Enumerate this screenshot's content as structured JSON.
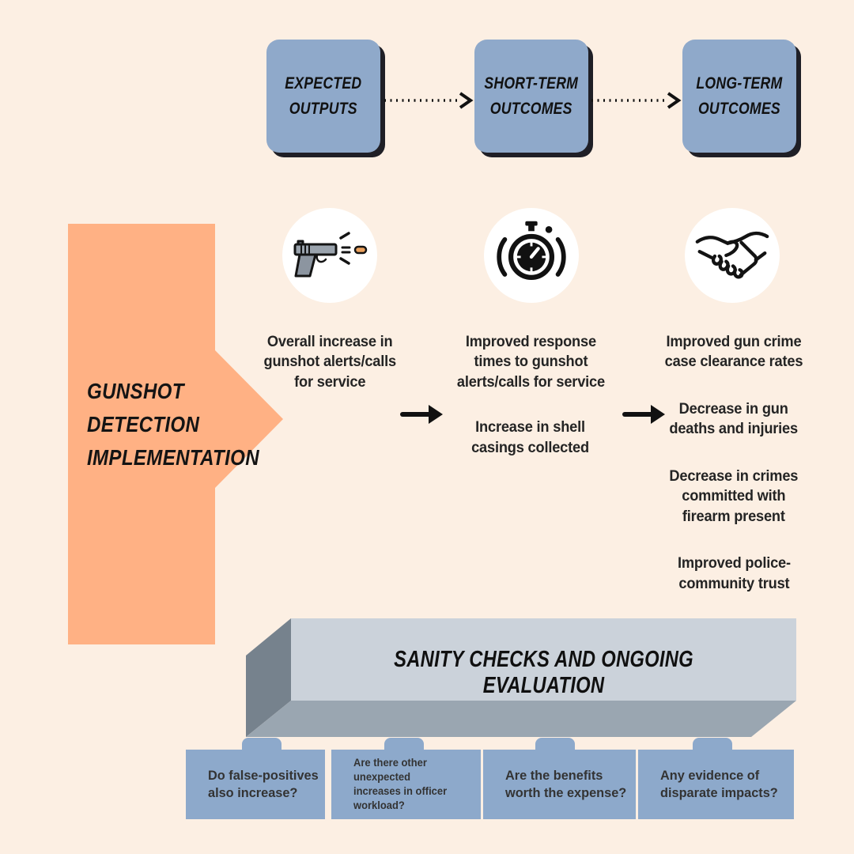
{
  "palette": {
    "background": "#fcefe3",
    "orange": "#ffb184",
    "flow_box_blue": "#8fa9ca",
    "question_box_blue": "#8da9cb",
    "slab_light": "#cbd2da",
    "slab_side": "#76828d",
    "slab_bottom": "#9aa6b1",
    "shadow_black": "#1f1f26",
    "ink": "#161616"
  },
  "flow_header": {
    "boxes": [
      {
        "label": "EXPECTED\nOUTPUTS"
      },
      {
        "label": "SHORT-TERM\nOUTCOMES"
      },
      {
        "label": "LONG-TERM\nOUTCOMES"
      }
    ]
  },
  "source_block": {
    "label": "GUNSHOT\nDETECTION\nIMPLEMENTATION"
  },
  "columns": [
    {
      "icon": "gun-icon",
      "items": [
        "Overall increase in\ngunshot alerts/calls\nfor service"
      ]
    },
    {
      "icon": "stopwatch-icon",
      "items": [
        "Improved response\ntimes to gunshot\nalerts/calls for service",
        "Increase in shell\ncasings collected"
      ]
    },
    {
      "icon": "handshake-icon",
      "items": [
        "Improved gun crime\ncase clearance rates",
        "Decrease in gun\ndeaths and injuries",
        "Decrease in crimes\ncommitted with\nfirearm present",
        "Improved police-\ncommunity trust"
      ]
    }
  ],
  "evaluation": {
    "title": "SANITY CHECKS AND ONGOING EVALUATION",
    "questions": [
      "Do false-positives\nalso increase?",
      "Are there other unexpected\nincreases in officer\nworkload?",
      "Are the benefits\nworth the expense?",
      "Any evidence of\ndisparate impacts?"
    ]
  }
}
